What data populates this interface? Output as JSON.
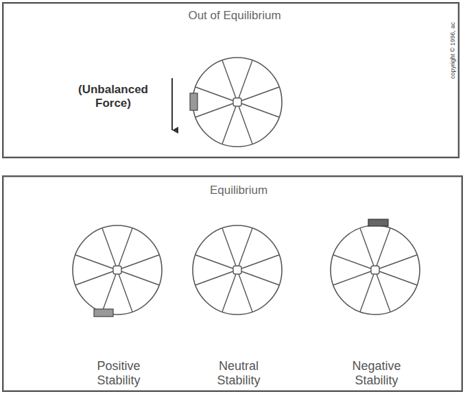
{
  "diagram": {
    "nodes": [
      {
        "text": [
          "Out of Equilibrium",
          "(Unbalanced Force)"
        ]
      },
      {
        "text": [
          "Equilibrium",
          "Positive Stability",
          "Neutral Stability",
          "Negative Stability"
        ]
      }
    ],
    "labels": [
      "copyright © 1996, ac"
    ]
  }
}
